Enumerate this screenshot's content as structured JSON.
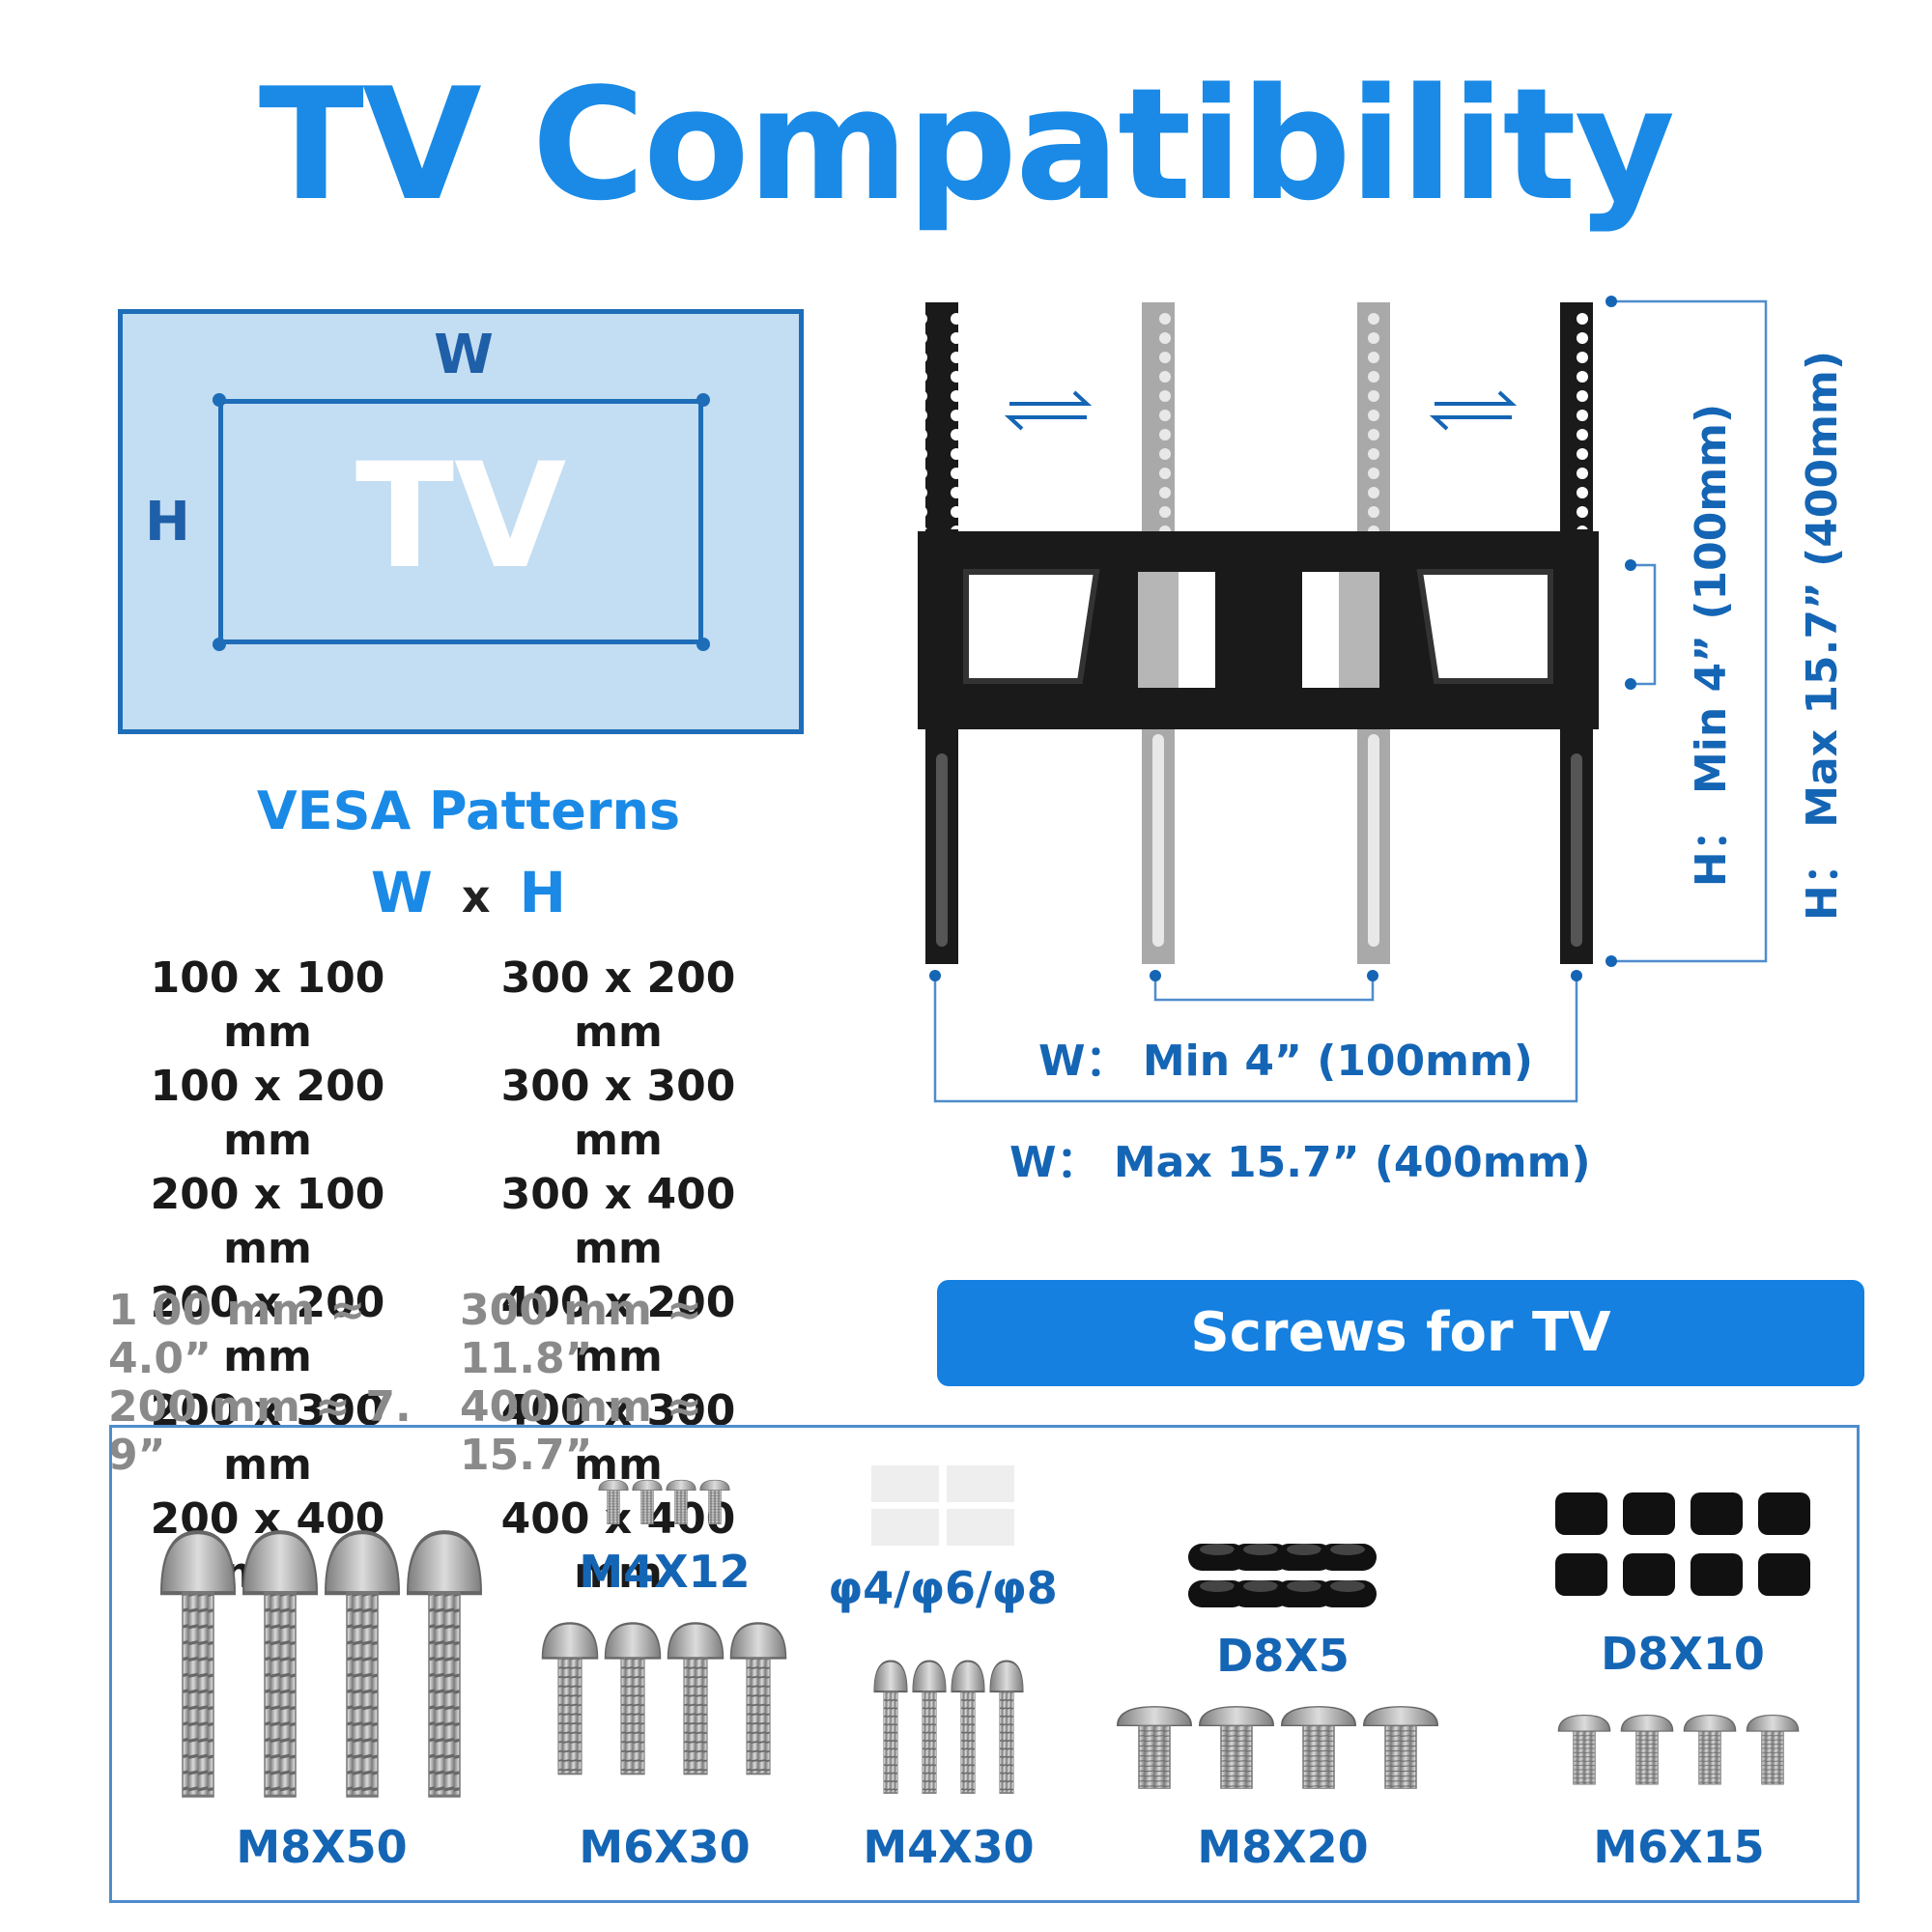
{
  "title": "TV Compatibility",
  "tv_diagram": {
    "w_label": "W",
    "h_label": "H",
    "tv_label": "TV"
  },
  "vesa": {
    "title": "VESA Patterns",
    "w": "W",
    "x": "x",
    "h": "H",
    "left_column": [
      "100 x 100 mm",
      "100 x 200 mm",
      "200 x 100 mm",
      "200 x 200 mm",
      "200 x 300 mm",
      "200 x 400 mm"
    ],
    "right_column": [
      "300 x 200 mm",
      "300 x 300 mm",
      "300 x 400 mm",
      "400 x 200 mm",
      "400 x 300 mm",
      "400 x 400 mm"
    ],
    "conversions_left": [
      "1 00 mm ≈ 4.0”",
      "200 mm ≈ 7. 9”"
    ],
    "conversions_right": [
      "300 mm ≈ 11.8”",
      "400 mm ≈ 15.7”"
    ]
  },
  "mount": {
    "w_min": "W： Min 4” (100mm)",
    "w_max": "W： Max 15.7” (400mm)",
    "h_min": "H： Min 4” (100mm)",
    "h_max": "H： Max 15.7” (400mm)",
    "colors": {
      "black_arm": "#1a1a1a",
      "gray_arm": "#a9a9a9",
      "dim_line": "#1565b5"
    }
  },
  "screws": {
    "banner": "Screws for TV",
    "items": [
      "M8X50",
      "M4X12",
      "M6X30",
      "φ4/φ6/φ8",
      "M4X30",
      "D8X5",
      "M8X20",
      "D8X10",
      "M6X15"
    ]
  }
}
